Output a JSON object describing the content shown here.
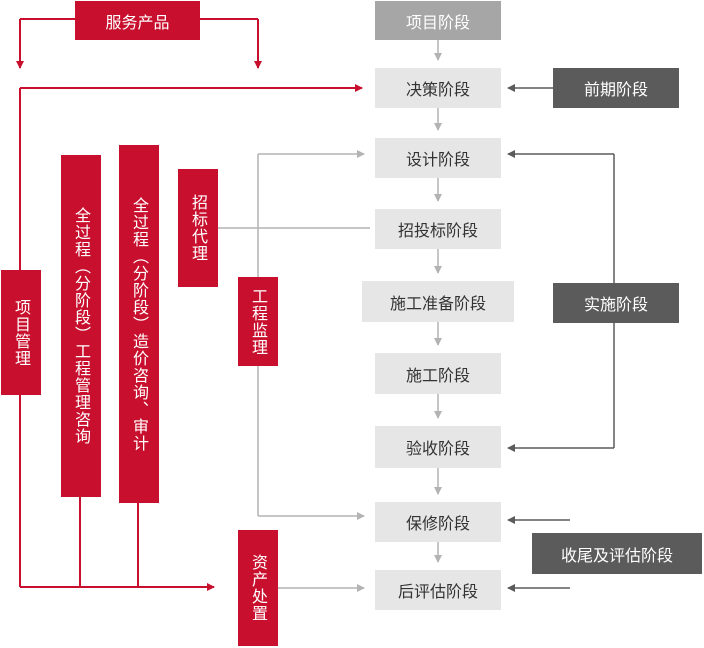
{
  "service_product": "服务产品",
  "project_management": "项目管理",
  "full_process_consulting": "全过程（分阶段）工程管理咨询",
  "full_process_cost": "全过程（分阶段）造价咨询、审计",
  "tender_agency": "招标代理",
  "supervision": "工程监理",
  "asset_disposal": "资产处置",
  "stages": {
    "project": "项目阶段",
    "decision": "决策阶段",
    "design": "设计阶段",
    "tender": "招投标阶段",
    "prep": "施工准备阶段",
    "construction": "施工阶段",
    "acceptance": "验收阶段",
    "warranty": "保修阶段",
    "post_eval": "后评估阶段"
  },
  "phases": {
    "early": "前期阶段",
    "implementation": "实施阶段",
    "closing": "收尾及评估阶段"
  },
  "colors": {
    "red": "#c8102e",
    "dark_gray": "#5b5b5b",
    "header_gray": "#a6a6a6",
    "stage_gray": "#e6e6e6",
    "arrow_gray": "#b3b3b3"
  }
}
